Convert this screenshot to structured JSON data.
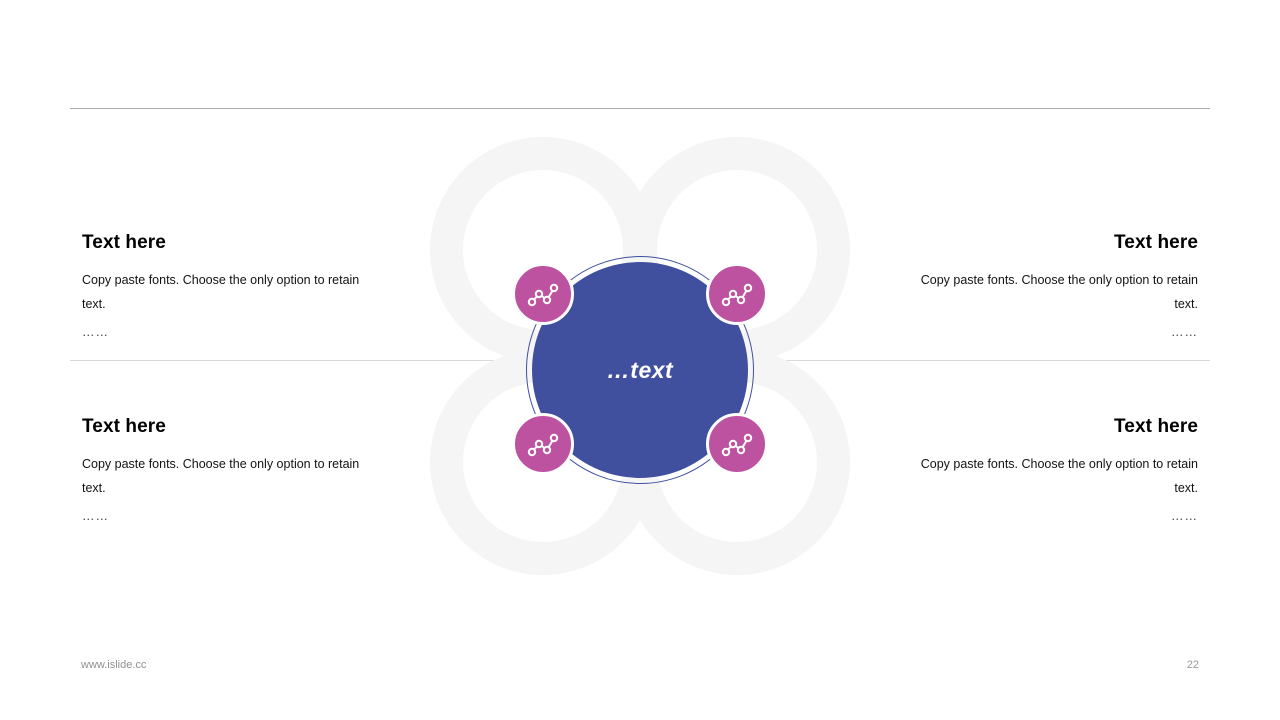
{
  "slide": {
    "background_color": "#ffffff",
    "accent_blue": "#41509E",
    "accent_magenta": "#BD52A0",
    "ring_gray": "#F5F5F6",
    "divider_color": "#AAACB2"
  },
  "center": {
    "label": "…text",
    "icon_name": "line-chart-icon",
    "nodes": [
      {
        "icon": "line-chart-icon",
        "position": "top-left"
      },
      {
        "icon": "line-chart-icon",
        "position": "top-right"
      },
      {
        "icon": "line-chart-icon",
        "position": "bottom-left"
      },
      {
        "icon": "line-chart-icon",
        "position": "bottom-right"
      }
    ]
  },
  "blocks": [
    {
      "id": "top-left",
      "heading": "Text here",
      "body": "Copy paste fonts. Choose the only option to retain text.",
      "dots": "……"
    },
    {
      "id": "top-right",
      "heading": "Text here",
      "body": "Copy paste fonts. Choose the only option to retain text.",
      "dots": "……"
    },
    {
      "id": "bottom-left",
      "heading": "Text here",
      "body": "Copy paste fonts. Choose the only option to retain text.",
      "dots": "……"
    },
    {
      "id": "bottom-right",
      "heading": "Text here",
      "body": "Copy paste fonts. Choose the only option to retain text.",
      "dots": "……"
    }
  ],
  "footer": {
    "url": "www.islide.cc",
    "page_number": "22"
  }
}
